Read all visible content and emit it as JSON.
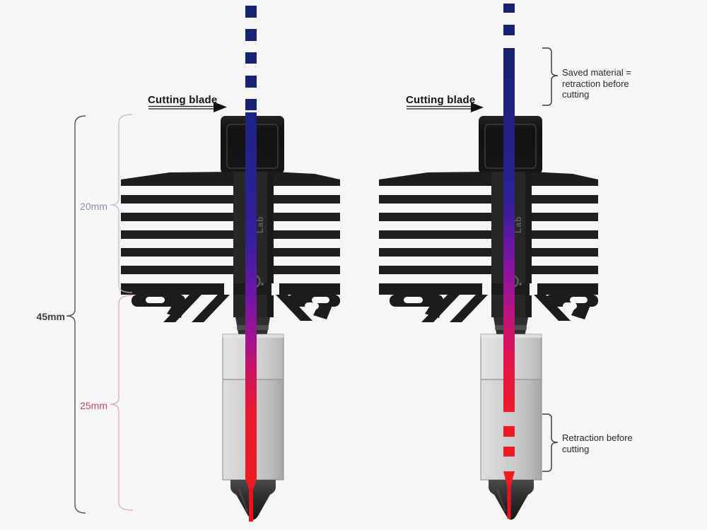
{
  "left": {
    "cutting_blade": "Cutting blade",
    "dim_total": "45mm",
    "dim_top": "20mm",
    "dim_bottom": "25mm",
    "brand": "Lab"
  },
  "right": {
    "cutting_blade": "Cutting blade",
    "saved_lines": [
      "Saved material =",
      "retraction before",
      "cutting"
    ],
    "retraction_lines": [
      "Retraction before",
      "cutting"
    ]
  },
  "colors": {
    "background": "#f6f6f7",
    "filament_navy": "#172371",
    "filament_indigo": "#34209a",
    "filament_purple": "#7a15a4",
    "filament_magenta": "#b91383",
    "filament_red": "#ec1c24",
    "dim_total_color": "#3f3f3f",
    "dim_top_color": "#8593b5",
    "dim_bottom_color": "#c04b5c",
    "annotation_color": "#2b2b2b",
    "heatsink_color": "#1e1e1e",
    "heater_block_color": "#c9c9c9",
    "nozzle_color": "#2e2e2e"
  }
}
